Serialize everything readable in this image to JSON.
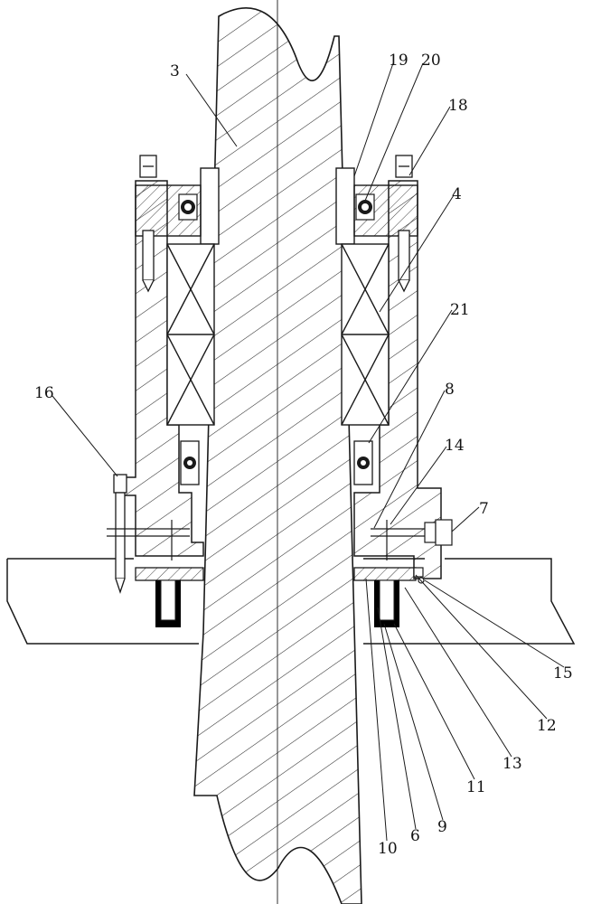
{
  "drawing": {
    "colors": {
      "line": "#1a1a1a",
      "hatch": "#2a2a2a",
      "seal": "#000000"
    },
    "labels": [
      {
        "id": "3",
        "text": "3"
      },
      {
        "id": "19",
        "text": "19"
      },
      {
        "id": "20",
        "text": "20"
      },
      {
        "id": "18",
        "text": "18"
      },
      {
        "id": "4",
        "text": "4"
      },
      {
        "id": "21",
        "text": "21"
      },
      {
        "id": "16",
        "text": "16"
      },
      {
        "id": "8",
        "text": "8"
      },
      {
        "id": "14",
        "text": "14"
      },
      {
        "id": "7",
        "text": "7"
      },
      {
        "id": "15",
        "text": "15"
      },
      {
        "id": "12",
        "text": "12"
      },
      {
        "id": "13",
        "text": "13"
      },
      {
        "id": "11",
        "text": "11"
      },
      {
        "id": "9",
        "text": "9"
      },
      {
        "id": "6",
        "text": "6"
      },
      {
        "id": "10",
        "text": "10"
      }
    ]
  }
}
